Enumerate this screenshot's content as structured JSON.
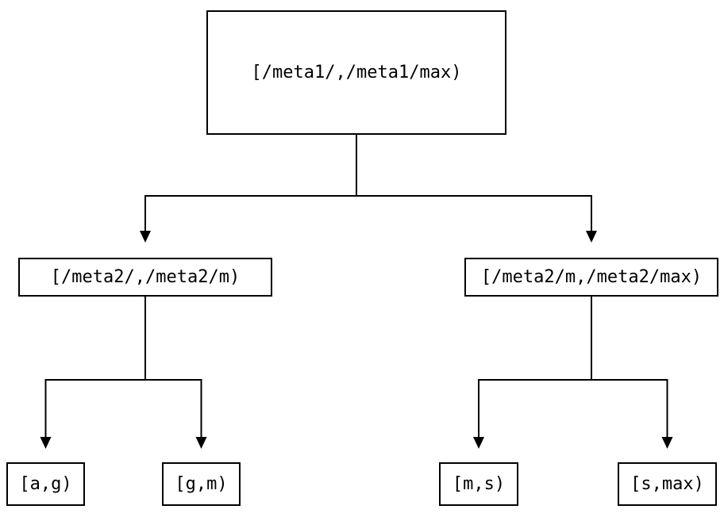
{
  "diagram_type": "binary-interval-partition-tree",
  "colors": {
    "background": "#ffffff",
    "stroke": "#000000",
    "text": "#000000"
  },
  "tree": {
    "root": {
      "label": "[/meta1/,/meta1/max)",
      "children": [
        {
          "label": "[/meta2/,/meta2/m)",
          "children": [
            {
              "label": "[a,g)"
            },
            {
              "label": "[g,m)"
            }
          ]
        },
        {
          "label": "[/meta2/m,/meta2/max)",
          "children": [
            {
              "label": "[m,s)"
            },
            {
              "label": "[s,max)"
            }
          ]
        }
      ]
    }
  }
}
